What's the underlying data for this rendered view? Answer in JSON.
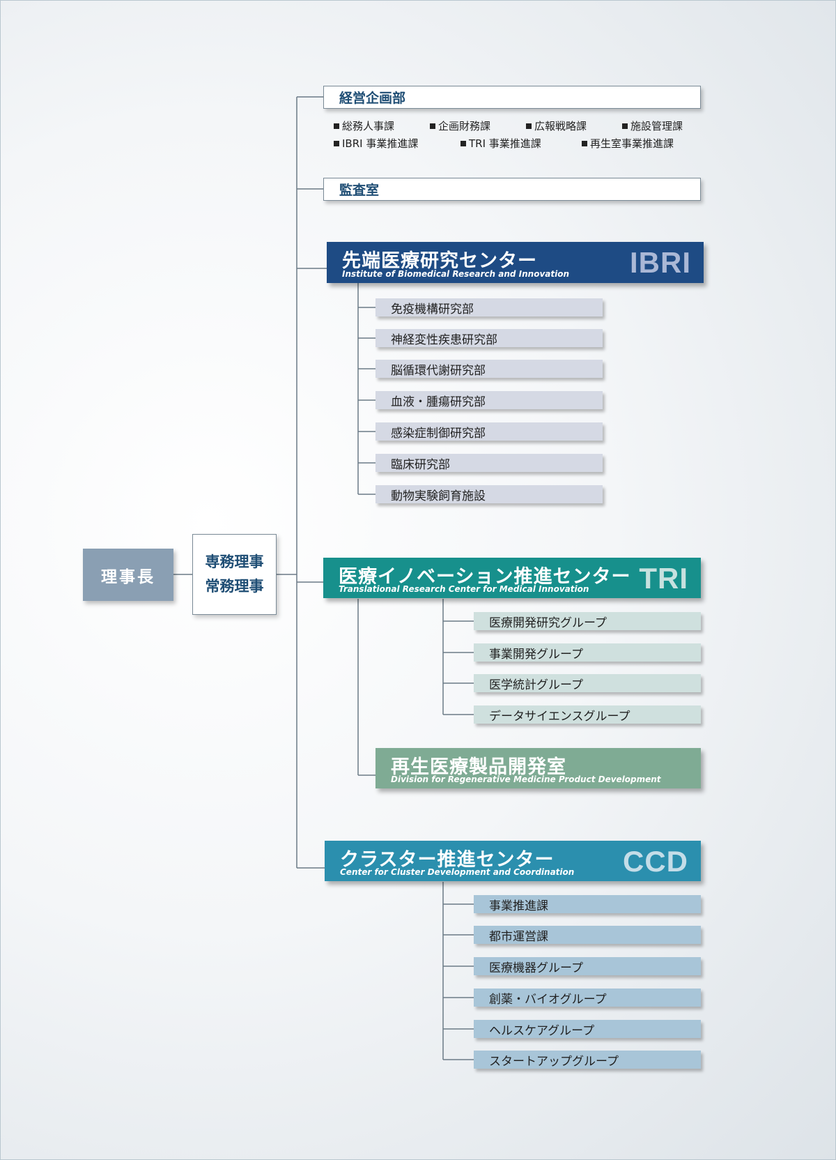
{
  "chairman": "理事長",
  "executives": [
    "専務理事",
    "常務理事"
  ],
  "corporate_planning": {
    "name": "経営企画部",
    "sections_row1": [
      "総務人事課",
      "企画財務課",
      "広報戦略課",
      "施設管理課"
    ],
    "sections_row2": [
      "IBRI 事業推進課",
      "TRI 事業推進課",
      "再生室事業推進課"
    ]
  },
  "audit": {
    "name": "監査室"
  },
  "ibri": {
    "name": "先端医療研究センター",
    "subtitle": "Institute of Biomedical Research and Innovation",
    "abbr": "IBRI",
    "color": "#1e4b84",
    "units": [
      "免疫機構研究部",
      "神経変性疾患研究部",
      "脳循環代謝研究部",
      "血液・腫瘍研究部",
      "感染症制御研究部",
      "臨床研究部",
      "動物実験飼育施設"
    ]
  },
  "tri": {
    "name": "医療イノベーション推進センター",
    "subtitle": "Translational Research Center for Medical Innovation",
    "abbr": "TRI",
    "color": "#17908c",
    "units": [
      "医療開発研究グループ",
      "事業開発グループ",
      "医学統計グループ",
      "データサイエンスグループ"
    ]
  },
  "regen": {
    "name": "再生医療製品開発室",
    "subtitle": "Division for Regenerative Medicine Product Development",
    "color": "#7fab94"
  },
  "ccd": {
    "name": "クラスター推進センター",
    "subtitle": "Center for Cluster Development and Coordination",
    "abbr": "CCD",
    "color": "#2b8fae",
    "units": [
      "事業推進課",
      "都市運営課",
      "医療機器グループ",
      "創薬・バイオグループ",
      "ヘルスケアグループ",
      "スタートアップグループ"
    ]
  }
}
